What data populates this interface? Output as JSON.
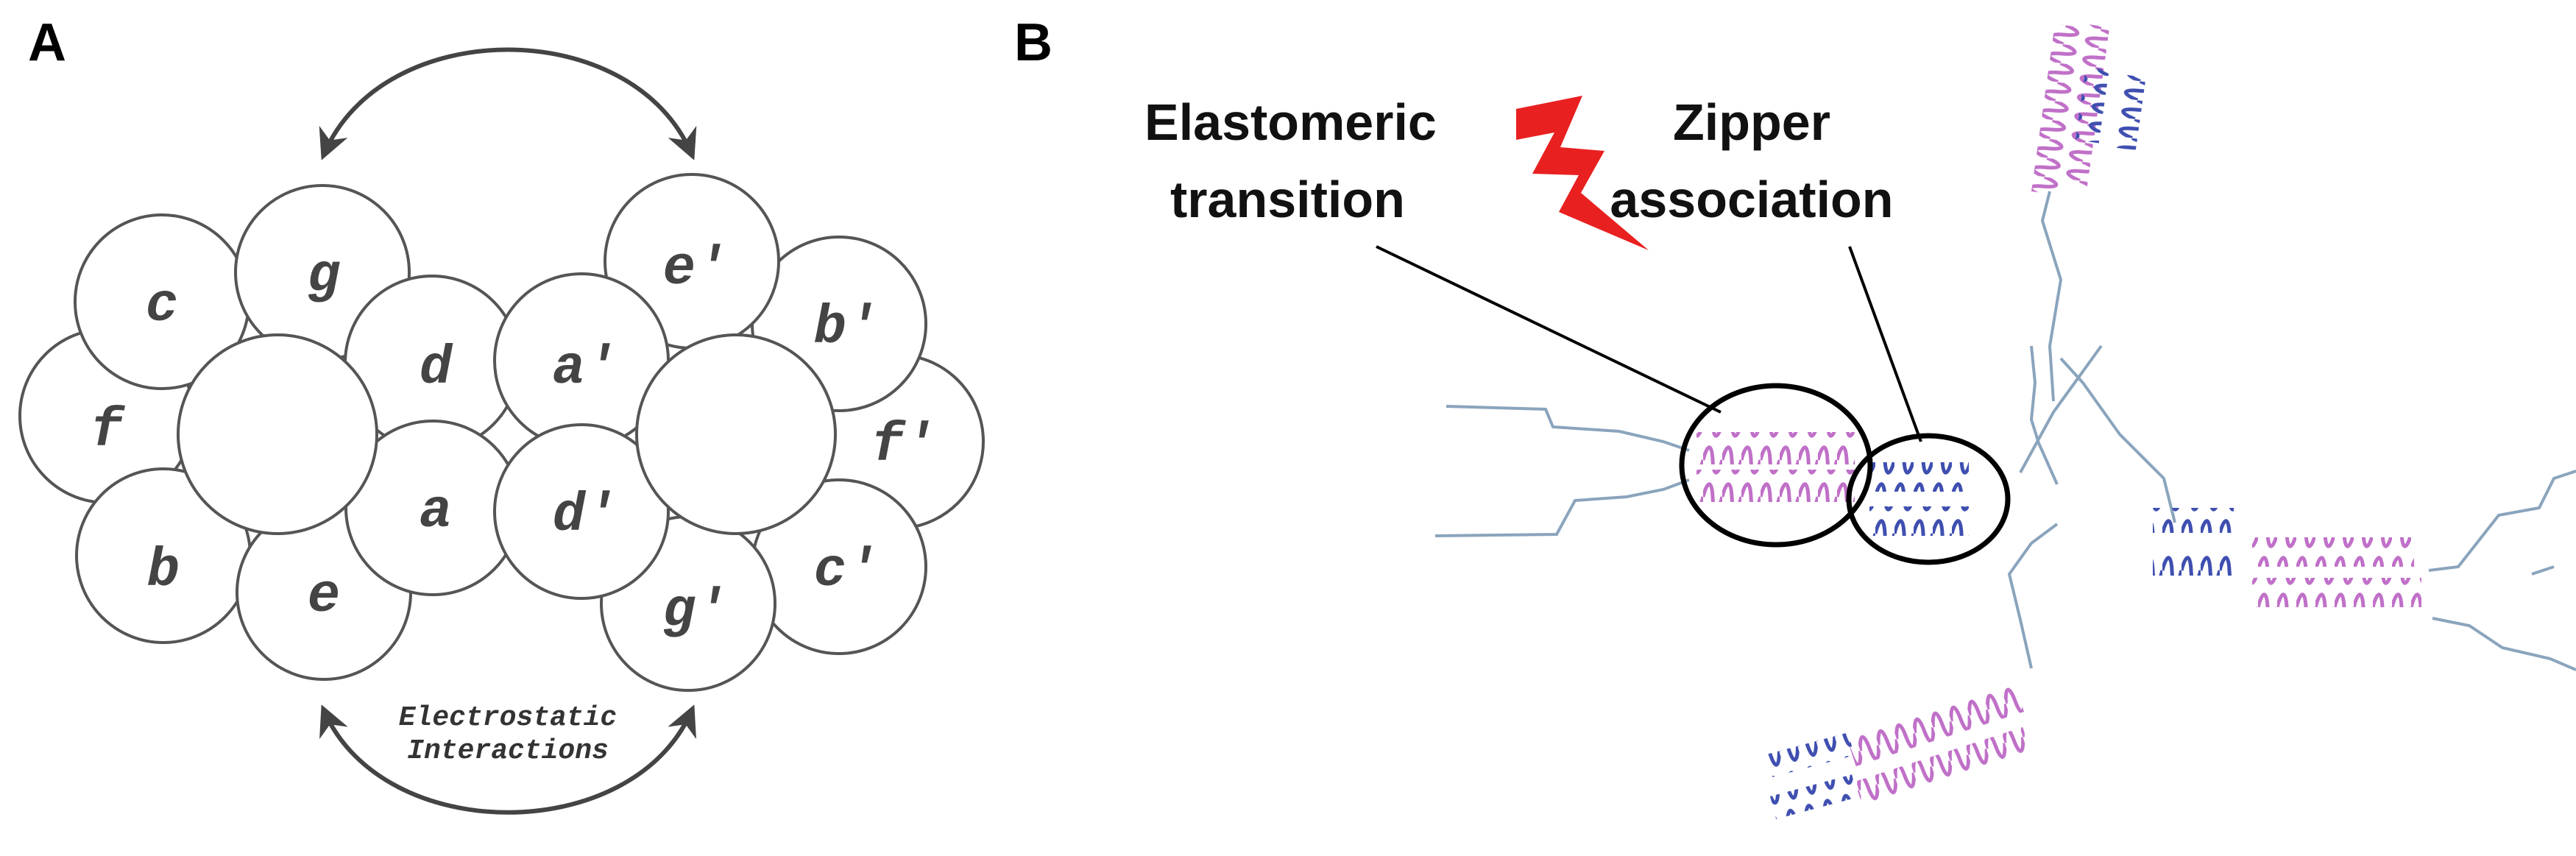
{
  "panels": {
    "a": "A",
    "b": "B"
  },
  "heptad_left": {
    "a": "a",
    "b": "b",
    "c": "c",
    "d": "d",
    "e": "e",
    "f": "f",
    "g": "g"
  },
  "heptad_right": {
    "a": "a′",
    "b": "b′",
    "c": "c′",
    "d": "d′",
    "e": "e′",
    "f": "f′",
    "g": "g′"
  },
  "interaction": {
    "line1": "Electrostatic",
    "line2": "Interactions"
  },
  "callouts": {
    "elastomeric_line1": "Elastomeric",
    "elastomeric_line2": "transition",
    "zipper_line1": "Zipper",
    "zipper_line2": "association"
  },
  "colors": {
    "helix_magenta": "#c070c8",
    "helix_blue": "#3f4fb0",
    "linker": "#8aa4bc",
    "bolt": "#e82020",
    "outline": "#555555"
  }
}
